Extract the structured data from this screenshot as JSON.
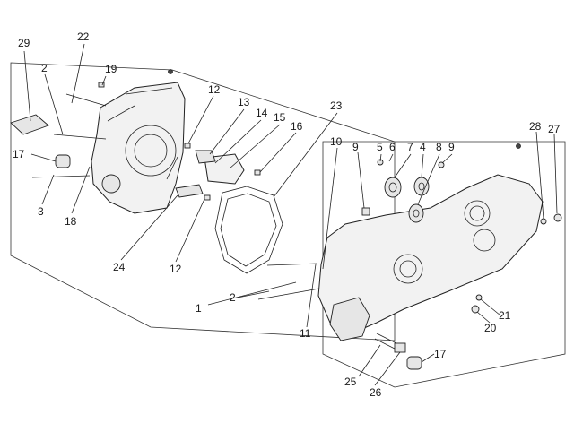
{
  "labels": {
    "l29": "29",
    "l22": "22",
    "l2a": "2",
    "l19": "19",
    "l12a": "12",
    "l13": "13",
    "l14": "14",
    "l15": "15",
    "l16": "16",
    "l23": "23",
    "l17a": "17",
    "l3": "3",
    "l18": "18",
    "l24": "24",
    "l12b": "12",
    "l1": "1",
    "l2b": "2",
    "l11": "11",
    "l10": "10",
    "l9a": "9",
    "l5": "5",
    "l6": "6",
    "l7": "7",
    "l4": "4",
    "l8": "8",
    "l9b": "9",
    "l28": "28",
    "l27": "27",
    "l21": "21",
    "l20": "20",
    "l17b": "17",
    "l25": "25",
    "l26": "26"
  }
}
